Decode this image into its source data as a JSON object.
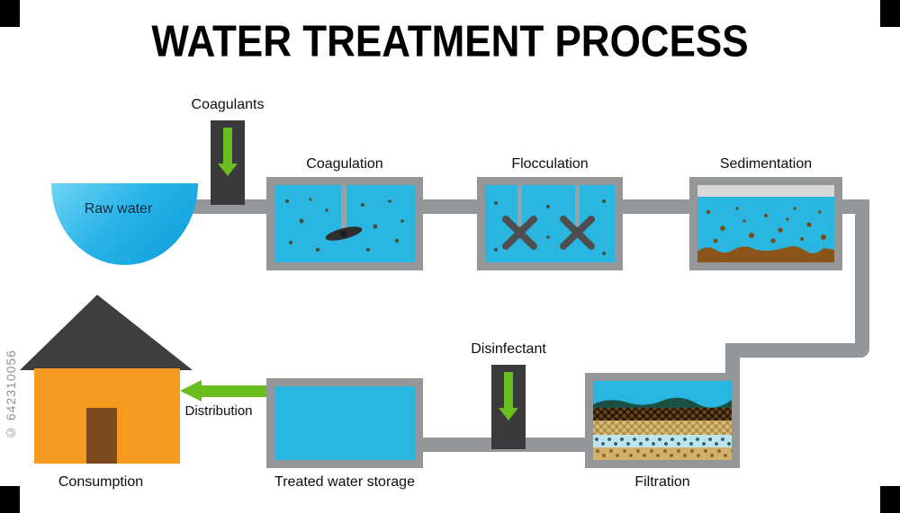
{
  "title": "WATER TREATMENT PROCESS",
  "watermark": "© 642310056",
  "labels": {
    "coagulants": "Coagulants",
    "coagulation": "Coagulation",
    "flocculation": "Flocculation",
    "sedimentation": "Sedimentation",
    "raw_water": "Raw water",
    "disinfectant": "Disinfectant",
    "distribution": "Distribution",
    "consumption": "Consumption",
    "treated_water_storage": "Treated water storage",
    "filtration": "Filtration"
  },
  "colors": {
    "water": "#29b6e0",
    "pipe": "#94979a",
    "dark": "#3a3a3c",
    "green": "#6abd1f",
    "orange": "#f5991f",
    "roof": "#3e3e40",
    "door": "#7c4a21",
    "sediment": "#8a5519"
  }
}
